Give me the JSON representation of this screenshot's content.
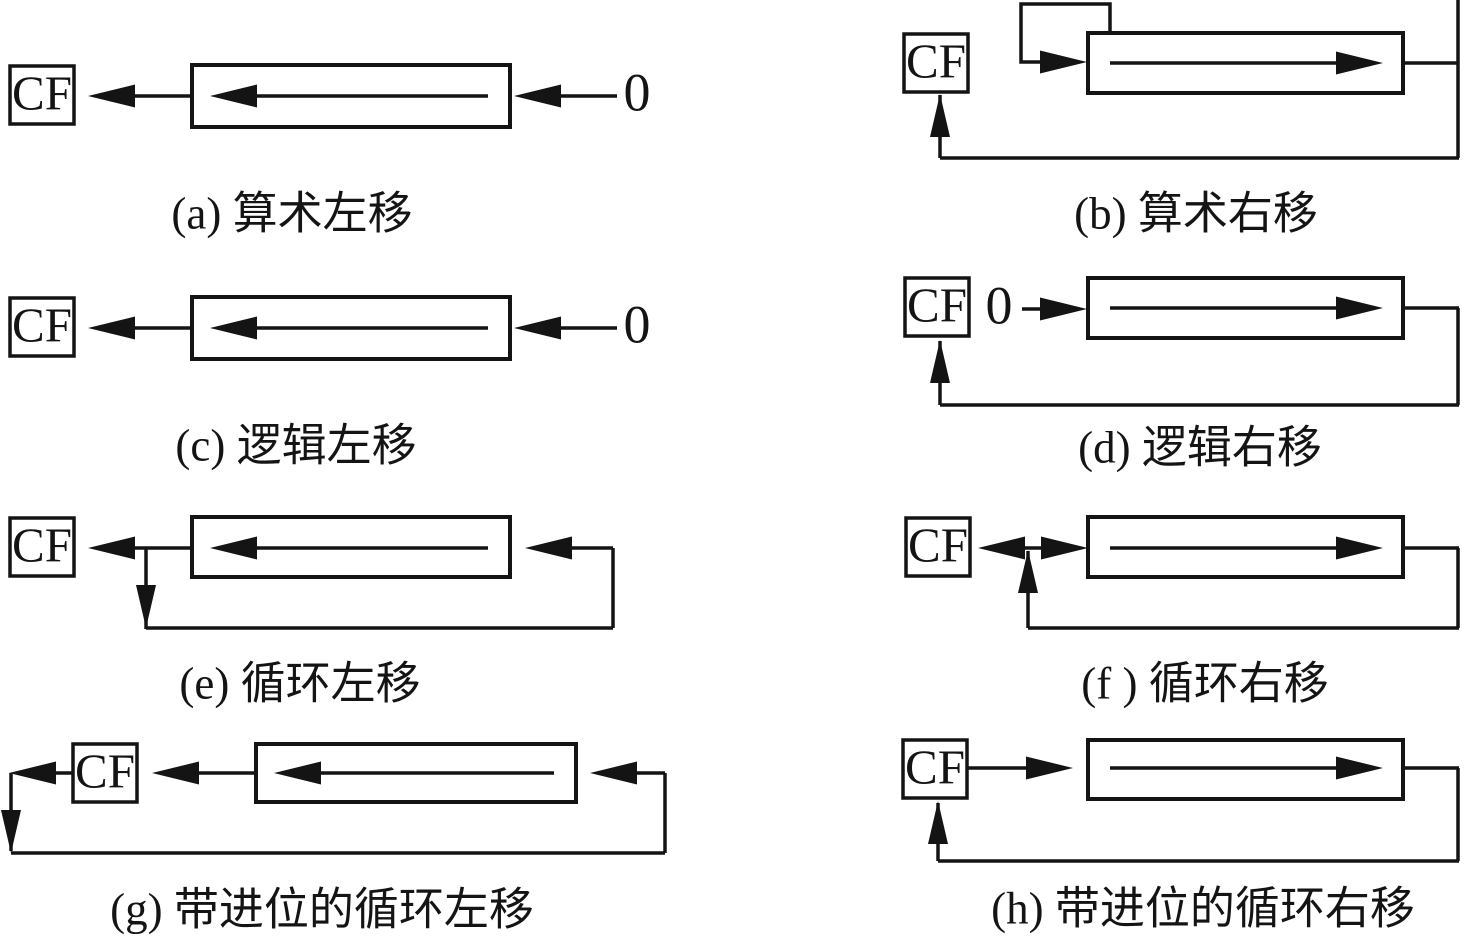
{
  "figure_kind": "shift-rotate-operations-diagram",
  "colors": {
    "ink": "#141414",
    "background": "#ffffff"
  },
  "panels": [
    {
      "id": "a",
      "cf": "CF",
      "zero": "0",
      "caption": "(a) 算术左移"
    },
    {
      "id": "b",
      "cf": "CF",
      "zero": null,
      "caption": "(b) 算术右移"
    },
    {
      "id": "c",
      "cf": "CF",
      "zero": "0",
      "caption": "(c) 逻辑左移"
    },
    {
      "id": "d",
      "cf": "CF",
      "zero": "0",
      "caption": "(d) 逻辑右移"
    },
    {
      "id": "e",
      "cf": "CF",
      "zero": null,
      "caption": "(e) 循环左移"
    },
    {
      "id": "f",
      "cf": "CF",
      "zero": null,
      "caption": "(f ) 循环右移"
    },
    {
      "id": "g",
      "cf": "CF",
      "zero": null,
      "caption": "(g) 带进位的循环左移"
    },
    {
      "id": "h",
      "cf": "CF",
      "zero": null,
      "caption": "(h) 带进位的循环右移"
    }
  ]
}
